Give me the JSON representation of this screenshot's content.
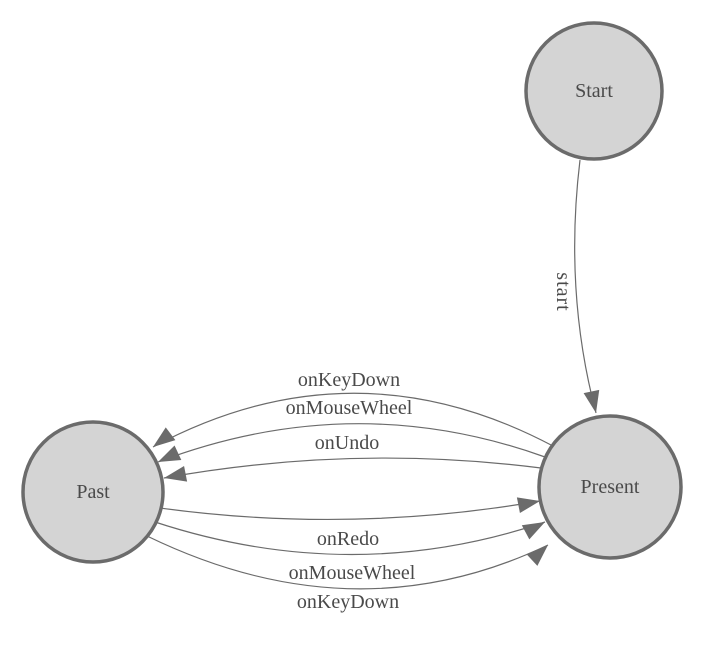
{
  "diagram": {
    "kind": "state-machine",
    "states": [
      {
        "id": "start",
        "label": "Start"
      },
      {
        "id": "present",
        "label": "Present"
      },
      {
        "id": "past",
        "label": "Past"
      }
    ],
    "transitions": [
      {
        "from": "Start",
        "to": "Present",
        "label": "start"
      },
      {
        "from": "Present",
        "to": "Past",
        "label": "onKeyDown"
      },
      {
        "from": "Present",
        "to": "Past",
        "label": "onMouseWheel"
      },
      {
        "from": "Present",
        "to": "Past",
        "label": "onUndo"
      },
      {
        "from": "Past",
        "to": "Present",
        "label": "onRedo"
      },
      {
        "from": "Past",
        "to": "Present",
        "label": "onMouseWheel"
      },
      {
        "from": "Past",
        "to": "Present",
        "label": "onKeyDown"
      }
    ],
    "colors": {
      "state_fill": "#d4d4d4",
      "state_border": "#6b6b6b",
      "edge_stroke": "#6b6b6b",
      "arrow_fill": "#6b6b6b",
      "label_text": "#4a4a4a",
      "background": "#ffffff"
    }
  }
}
